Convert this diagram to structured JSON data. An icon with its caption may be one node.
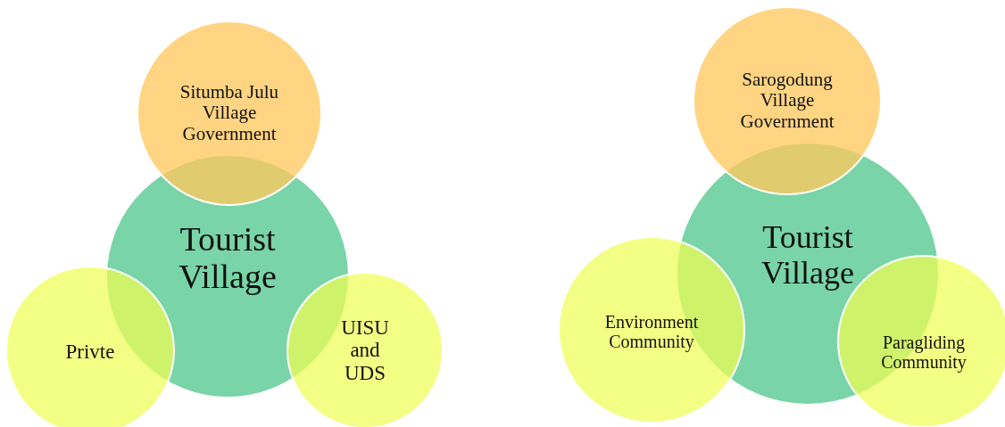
{
  "diagram": {
    "nodes": [
      {
        "text": [
          "Situmba Julu Village Government"
        ]
      },
      {
        "text": [
          "Tourist Village"
        ]
      },
      {
        "text": [
          "Privte"
        ]
      },
      {
        "text": [
          "UISU and UDS"
        ]
      },
      {
        "text": [
          "Sarogodung Village Government"
        ]
      },
      {
        "text": [
          "Tourist Village"
        ]
      },
      {
        "text": [
          "Environment Community"
        ]
      },
      {
        "text": [
          "Paragliding Community"
        ]
      }
    ],
    "edges": []
  }
}
